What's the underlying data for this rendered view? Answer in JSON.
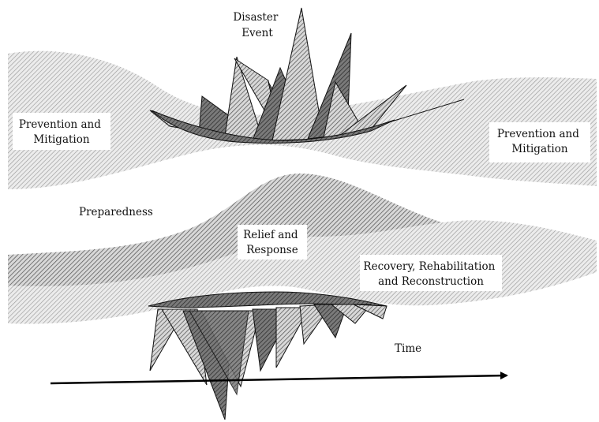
{
  "diagram": {
    "disaster_event": {
      "line1": "Disaster",
      "line2": "Event"
    },
    "prevention_left": {
      "line1": "Prevention and",
      "line2": "Mitigation"
    },
    "prevention_right": {
      "line1": "Prevention and",
      "line2": "Mitigation"
    },
    "preparedness": "Preparedness",
    "relief": {
      "line1": "Relief and",
      "line2": "Response"
    },
    "recovery": {
      "line1": "Recovery, Rehabilitation",
      "line2": "and Reconstruction"
    },
    "time": "Time"
  }
}
